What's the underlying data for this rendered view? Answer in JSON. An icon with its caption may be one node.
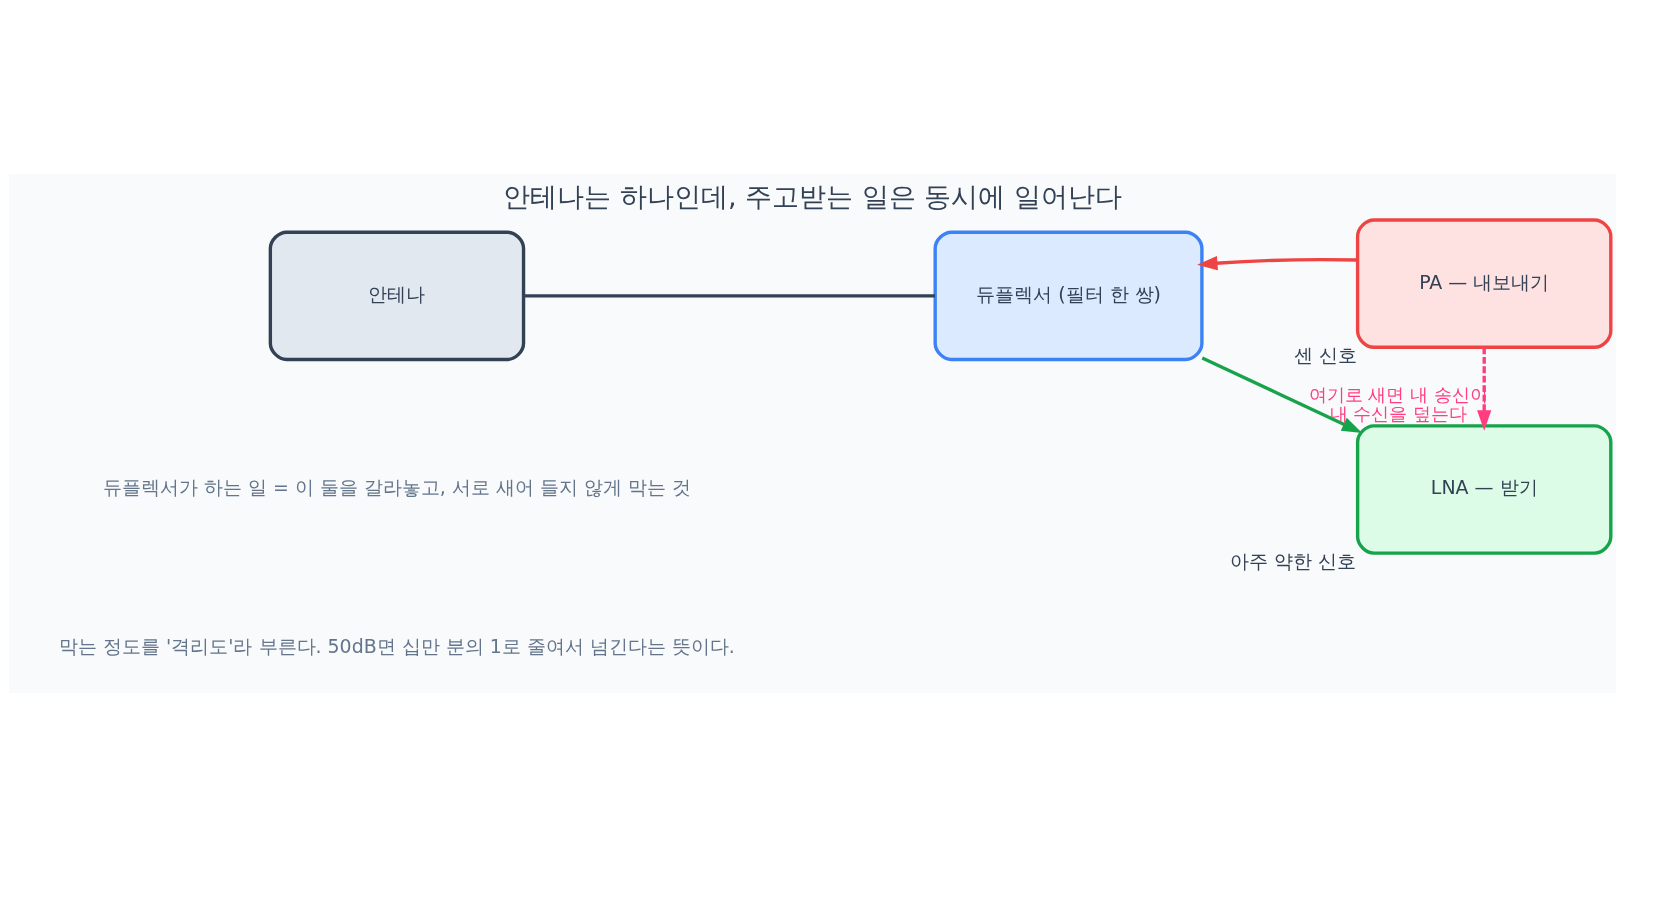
{
  "diagram": {
    "title": "안테나는 하나인데, 주고받는 일은 동시에 일어난다",
    "nodes": [
      {
        "text": [
          "안테나"
        ]
      },
      {
        "text": [
          "듀플렉서 (필터 한 쌍)"
        ]
      },
      {
        "text": [
          "PA — 내보내기"
        ],
        "beside": [
          "센 신호"
        ]
      },
      {
        "text": [
          "LNA — 받기"
        ],
        "beside": [
          "아주 약한 신호"
        ]
      }
    ],
    "edges": [
      {
        "from": 0,
        "to": 1,
        "arrow": "none"
      },
      {
        "from": 2,
        "to": 1,
        "arrow": "to",
        "color": "#ef4444"
      },
      {
        "from": 1,
        "to": 3,
        "arrow": "to",
        "color": "#16a34a"
      },
      {
        "from": 2,
        "to": 3,
        "arrow": "to",
        "style": "dashed",
        "color": "#ff3d7f",
        "label": "여기로 새면 내 송신이 내 수신을 덮는다"
      }
    ],
    "labels": [
      "듀플렉서가 하는 일 = 이 둘을 갈라놓고, 서로 새어 들지 않게 막는 것",
      "막는 정도를 '격리도'라 부른다. 50dB면 십만 분의 1로 줄여서 넘긴다는 뜻이다."
    ]
  }
}
